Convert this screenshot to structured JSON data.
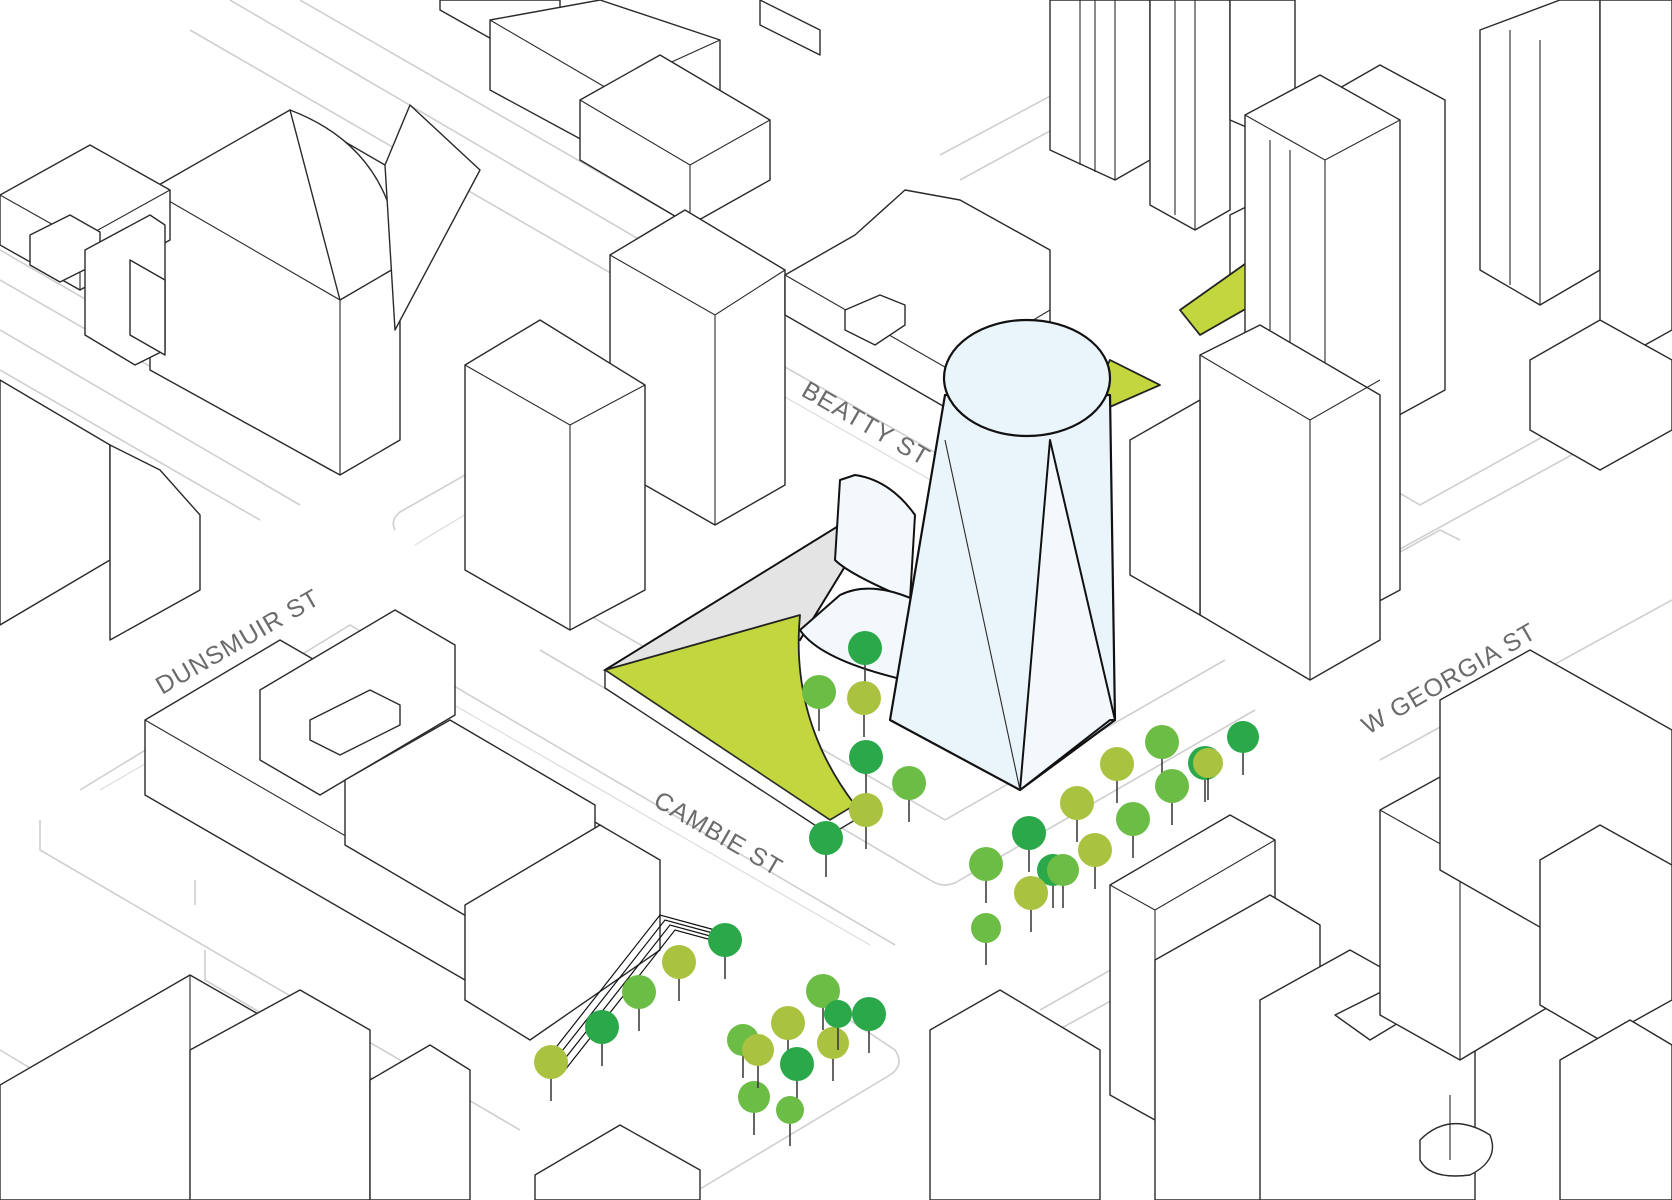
{
  "streets": {
    "beatty": "BEATTY ST",
    "dunsmuir": "DUNSMUIR ST",
    "cambie": "CAMBIE ST",
    "georgia": "W GEORGIA ST"
  },
  "colors": {
    "green_roof": "#c2d63d",
    "tower_fill": "#eaf4fb",
    "tree_dark": "#2aa84a",
    "tree_mid": "#6cbd45",
    "tree_light": "#a9c23f",
    "road_line": "#cfcfcf"
  },
  "trees": [
    {
      "tone": "dark"
    },
    {
      "tone": "mid"
    },
    {
      "tone": "light"
    },
    {
      "tone": "dark"
    },
    {
      "tone": "mid"
    },
    {
      "tone": "light"
    },
    {
      "tone": "dark"
    },
    {
      "tone": "mid"
    },
    {
      "tone": "light"
    },
    {
      "tone": "dark"
    },
    {
      "tone": "mid"
    },
    {
      "tone": "light"
    },
    {
      "tone": "dark"
    },
    {
      "tone": "mid"
    },
    {
      "tone": "light"
    },
    {
      "tone": "dark"
    },
    {
      "tone": "mid"
    },
    {
      "tone": "light"
    },
    {
      "tone": "mid"
    },
    {
      "tone": "dark"
    },
    {
      "tone": "light"
    },
    {
      "tone": "mid"
    },
    {
      "tone": "dark"
    },
    {
      "tone": "light"
    },
    {
      "tone": "mid"
    },
    {
      "tone": "dark"
    },
    {
      "tone": "light"
    },
    {
      "tone": "mid"
    },
    {
      "tone": "dark"
    },
    {
      "tone": "light"
    },
    {
      "tone": "mid"
    },
    {
      "tone": "light"
    },
    {
      "tone": "dark"
    },
    {
      "tone": "mid"
    },
    {
      "tone": "light"
    },
    {
      "tone": "dark"
    },
    {
      "tone": "mid"
    }
  ]
}
